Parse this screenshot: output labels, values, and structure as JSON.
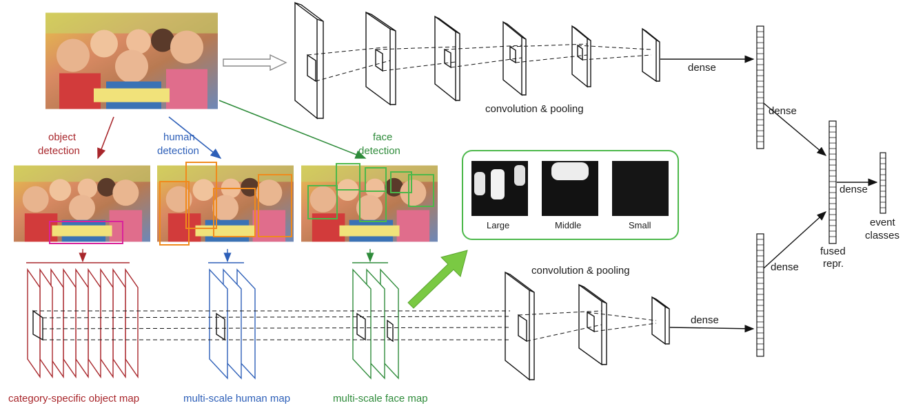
{
  "top_branch": {
    "conv_label": "convolution & pooling",
    "dense_label": "dense"
  },
  "detections": {
    "object": {
      "line1": "object",
      "line2": "detection",
      "color": "#a8262b"
    },
    "human": {
      "line1": "human",
      "line2": "detection",
      "color": "#2d5fb8"
    },
    "face": {
      "line1": "face",
      "line2": "detection",
      "color": "#2e8b3a"
    }
  },
  "maps": {
    "object": "category-specific object map",
    "human": "multi-scale human map",
    "face": "multi-scale face map"
  },
  "face_scales": {
    "large": "Large",
    "middle": "Middle",
    "small": "Small"
  },
  "bottom_branch": {
    "conv_label": "convolution & pooling",
    "dense_label": "dense"
  },
  "fusion": {
    "dense_top": "dense",
    "dense_bottom": "dense",
    "fused_line1": "fused",
    "fused_line2": "repr.",
    "dense_out": "dense",
    "event_line1": "event",
    "event_line2": "classes"
  },
  "colors": {
    "object_box": "#d9239a",
    "human_box": "#f08a1c",
    "face_box": "#4cb84a",
    "big_arrow": "#7ac943"
  }
}
